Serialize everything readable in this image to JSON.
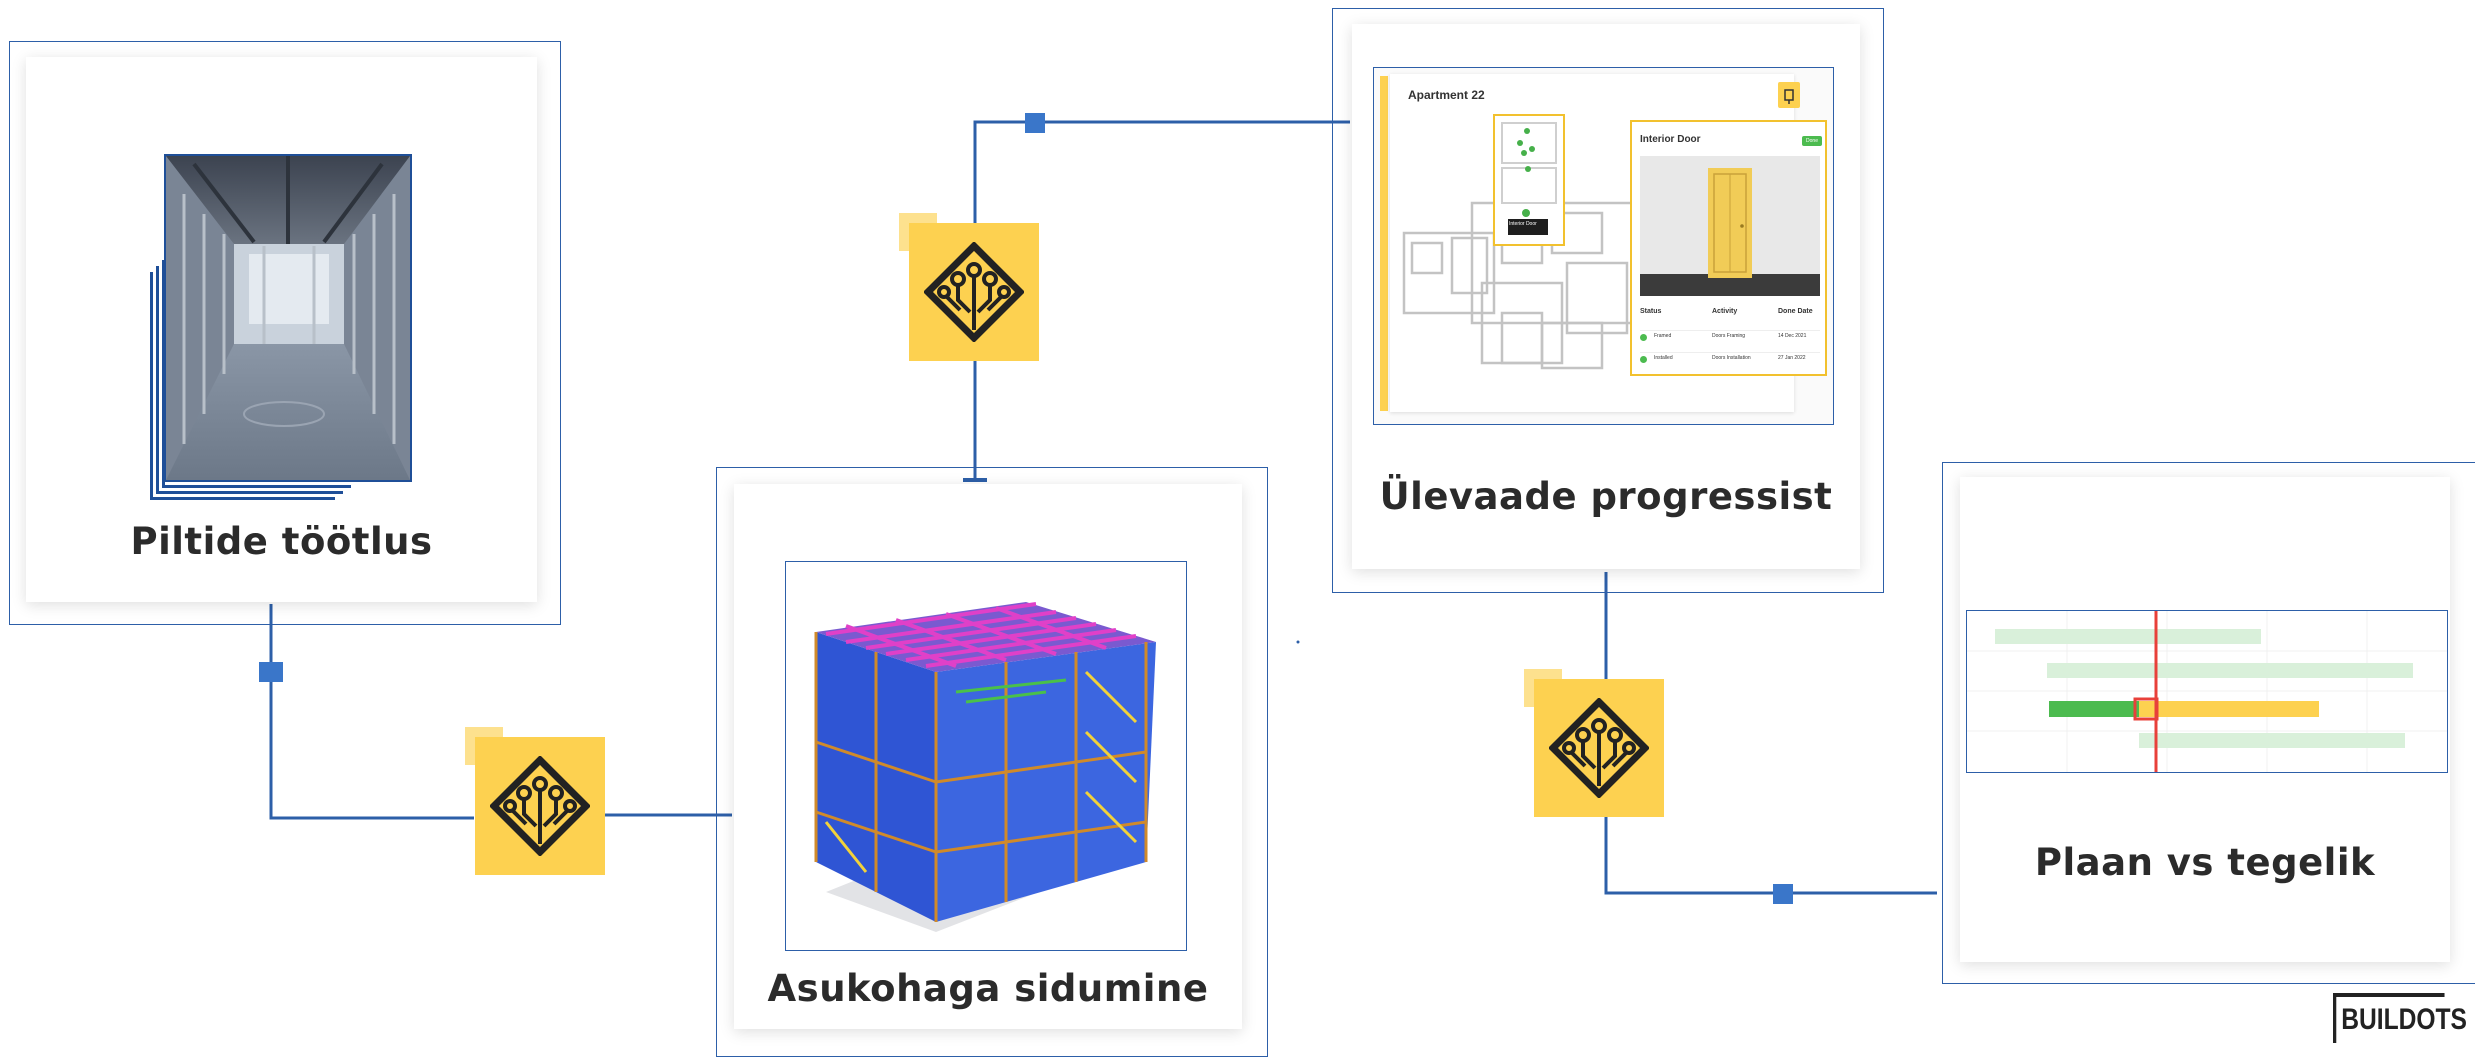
{
  "steps": {
    "image_processing": {
      "label": "Piltide töötlus"
    },
    "location_linking": {
      "label": "Asukohaga sidumine"
    },
    "progress_overview": {
      "label": "Ülevaade progressist"
    },
    "plan_vs_actual": {
      "label": "Plaan vs tegelik"
    }
  },
  "progress_screen": {
    "apartment_title": "Apartment 22",
    "pin_tooltip": "Interior Door",
    "panel_title": "Interior Door",
    "panel_badge": "Done",
    "table_headers": [
      "Status",
      "Activity",
      "Done Date"
    ],
    "rows": [
      {
        "status": "Framed",
        "activity": "Doors Framing",
        "date": "14 Dec 2021"
      },
      {
        "status": "Installed",
        "activity": "Doors Installation",
        "date": "27 Jan 2022"
      }
    ]
  },
  "brand": {
    "logo": "BUILDOTS"
  },
  "colors": {
    "connector": "#2d5fa8",
    "ai_yellow": "#fdd150",
    "ai_light": "#fde18e",
    "gantt_plan": "#d9f0da",
    "gantt_done": "#4cbb4f",
    "gantt_remaining": "#fdd150",
    "today_line": "#e8403a"
  },
  "icons": [
    "ai-circuit-icon",
    "photo-stack-icon",
    "bim-model-icon",
    "floorplan-icon",
    "gantt-chart-icon"
  ]
}
